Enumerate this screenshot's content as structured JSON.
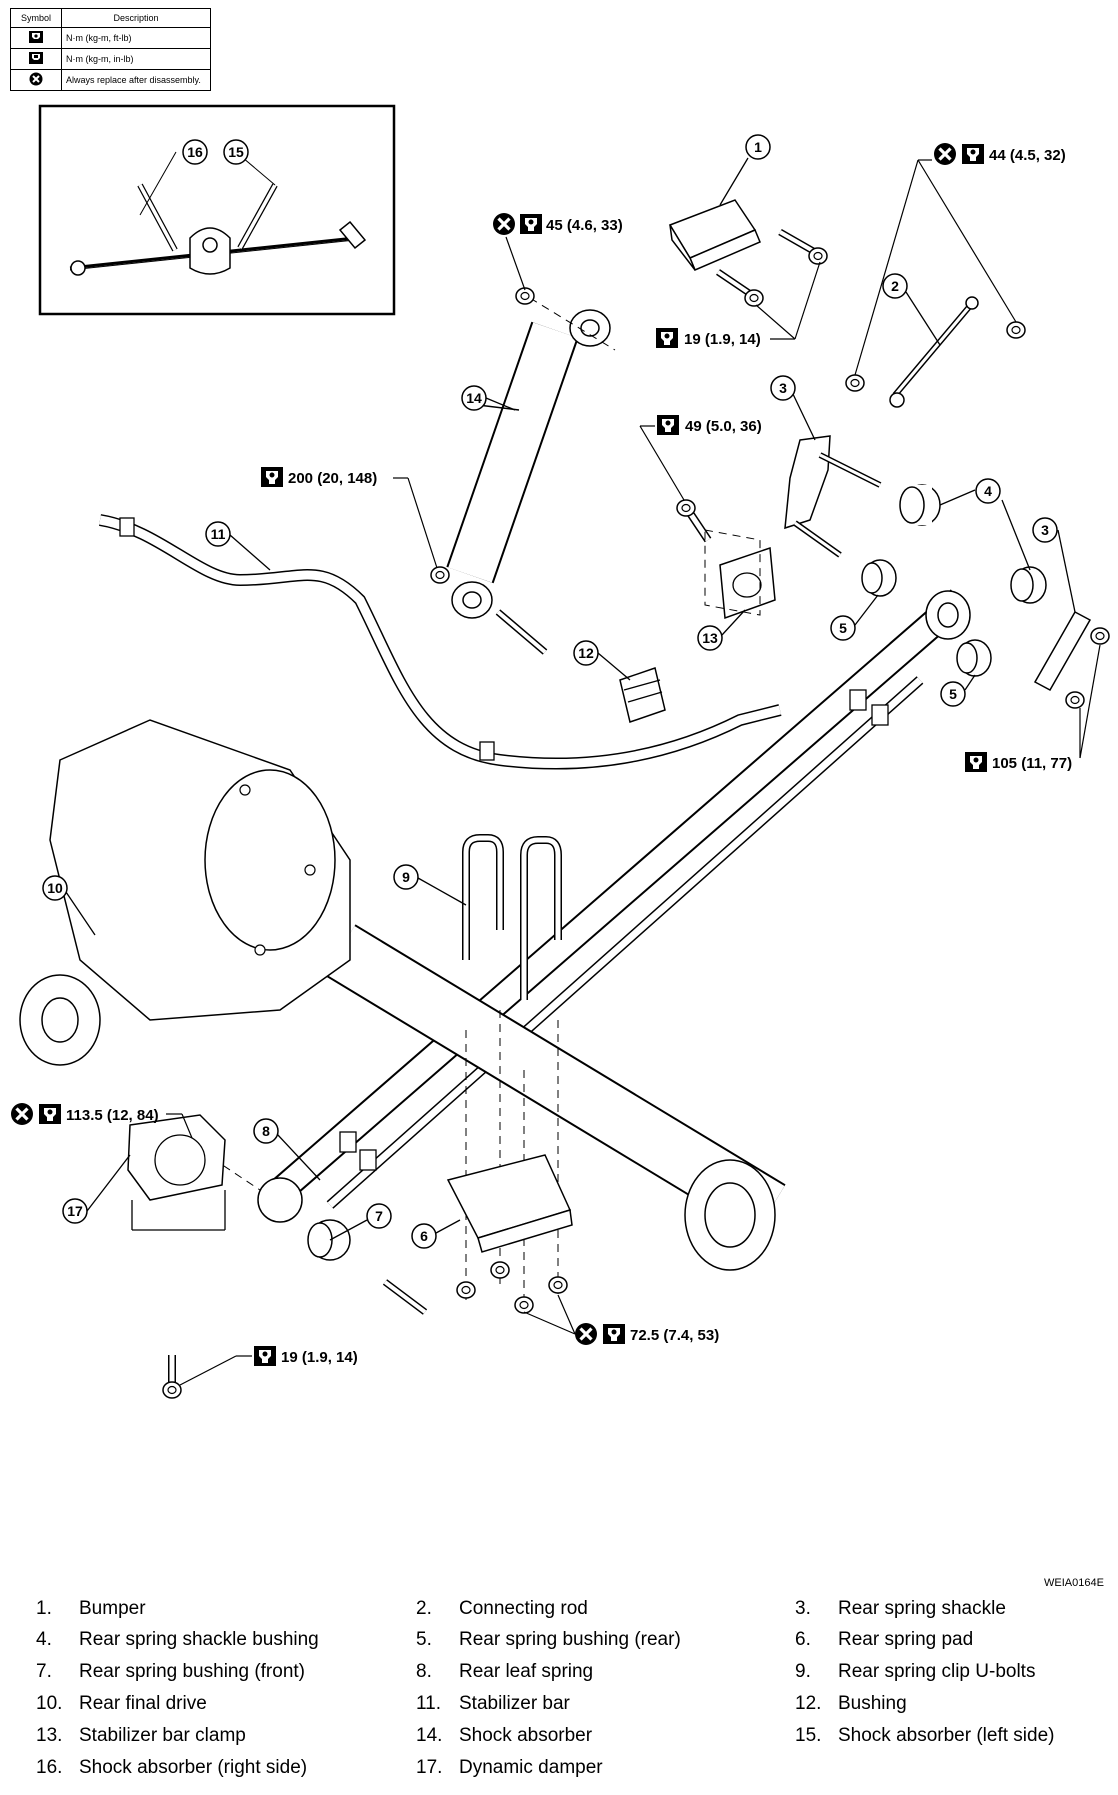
{
  "symbol_table": {
    "header_symbol": "Symbol",
    "header_description": "Description",
    "rows": [
      {
        "icon": "torque-wrench-icon",
        "description": "N·m (kg-m, ft-lb)"
      },
      {
        "icon": "torque-wrench-inlb-icon",
        "description": "N·m (kg-m, in-lb)"
      },
      {
        "icon": "replace-x-icon",
        "description": "Always replace after disassembly."
      }
    ]
  },
  "torques": {
    "t45": "45 (4.6, 33)",
    "t44": "44 (4.5, 32)",
    "t19a": "19 (1.9, 14)",
    "t49": "49 (5.0, 36)",
    "t200": "200 (20, 148)",
    "t105": "105 (11, 77)",
    "t113": "113.5 (12, 84)",
    "t72": "72.5 (7.4, 53)",
    "t19b": "19 (1.9, 14)"
  },
  "callouts": [
    "1",
    "2",
    "3",
    "3",
    "4",
    "5",
    "5",
    "6",
    "7",
    "8",
    "9",
    "10",
    "11",
    "12",
    "13",
    "14",
    "15",
    "16",
    "17"
  ],
  "figure_code": "WEIA0164E",
  "legend": [
    {
      "num": "1.",
      "label": "Bumper"
    },
    {
      "num": "2.",
      "label": "Connecting rod"
    },
    {
      "num": "3.",
      "label": "Rear spring shackle"
    },
    {
      "num": "4.",
      "label": "Rear spring shackle bushing"
    },
    {
      "num": "5.",
      "label": "Rear spring bushing (rear)"
    },
    {
      "num": "6.",
      "label": "Rear spring pad"
    },
    {
      "num": "7.",
      "label": "Rear spring bushing (front)"
    },
    {
      "num": "8.",
      "label": "Rear leaf spring"
    },
    {
      "num": "9.",
      "label": "Rear spring clip U-bolts"
    },
    {
      "num": "10.",
      "label": "Rear final drive"
    },
    {
      "num": "11.",
      "label": "Stabilizer bar"
    },
    {
      "num": "12.",
      "label": "Bushing"
    },
    {
      "num": "13.",
      "label": "Stabilizer bar clamp"
    },
    {
      "num": "14.",
      "label": "Shock absorber"
    },
    {
      "num": "15.",
      "label": "Shock absorber (left side)"
    },
    {
      "num": "16.",
      "label": "Shock absorber (right side)"
    },
    {
      "num": "17.",
      "label": "Dynamic damper"
    }
  ]
}
